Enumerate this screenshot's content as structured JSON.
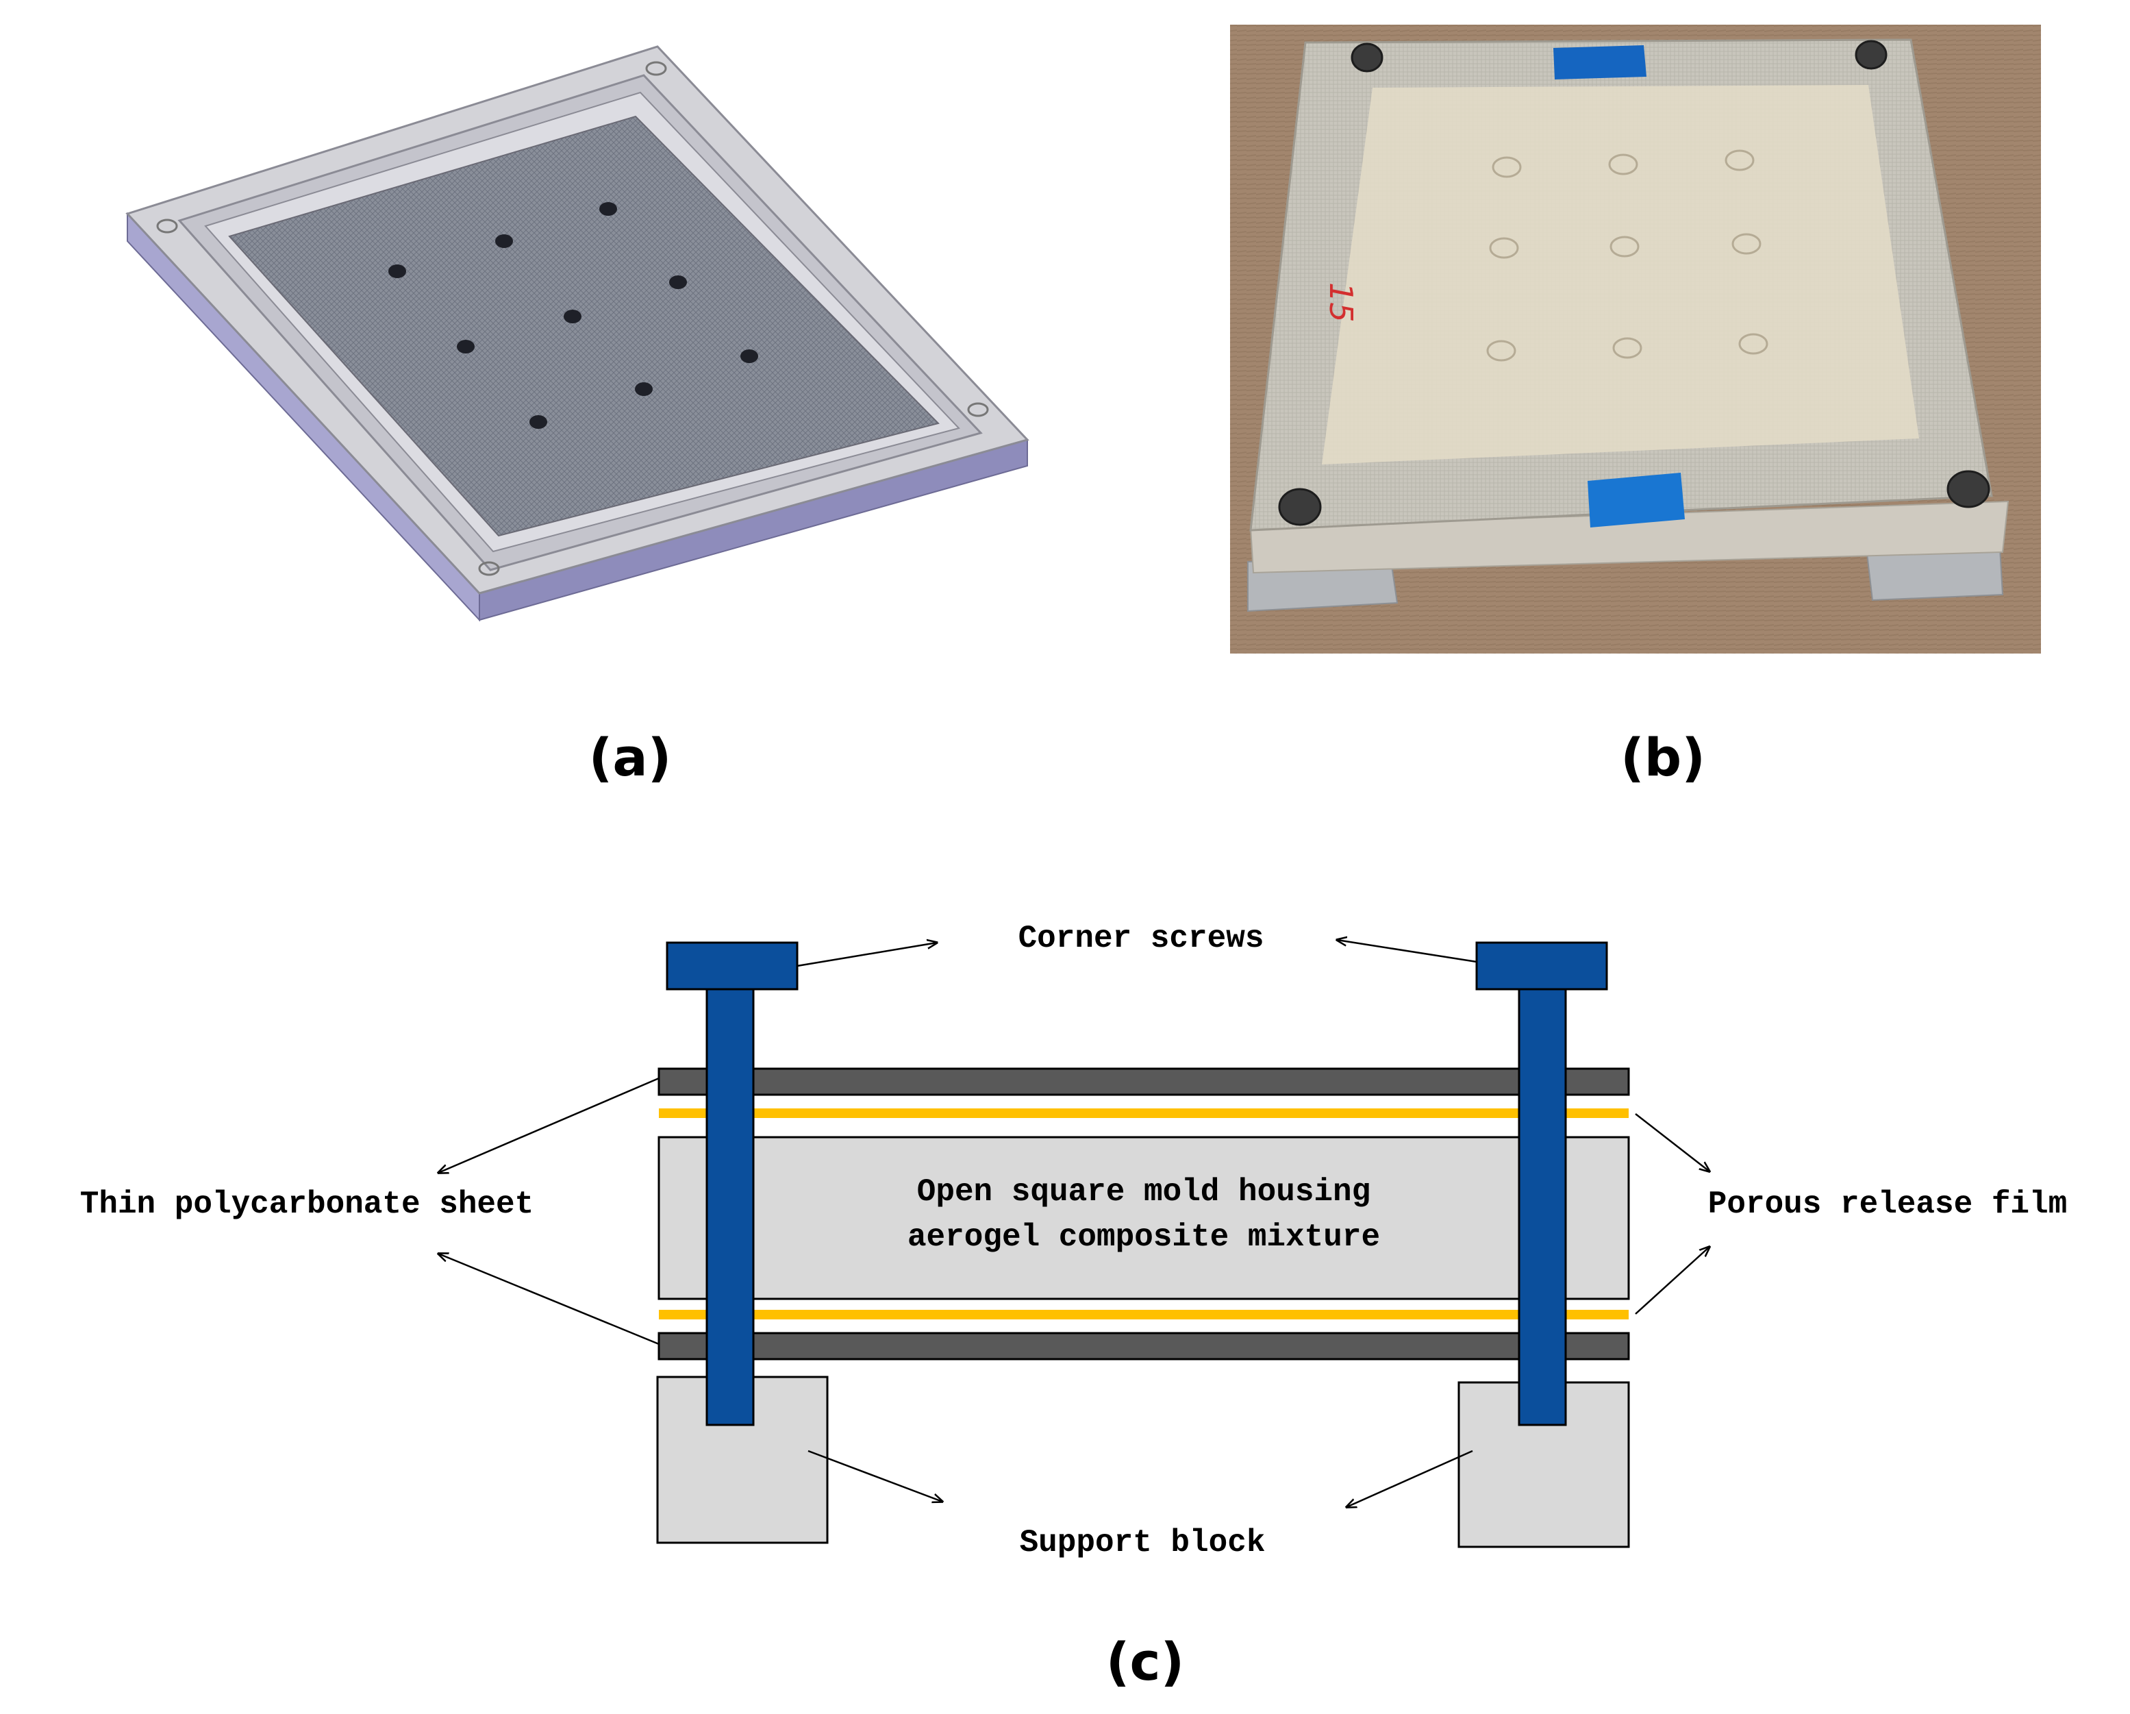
{
  "panels": {
    "a": {
      "label": "(a)"
    },
    "b": {
      "label": "(b)",
      "photo_marking": "15"
    },
    "c": {
      "label": "(c)"
    }
  },
  "diagram": {
    "corner_screws": "Corner screws",
    "polycarbonate_sheet": "Thin polycarbonate sheet",
    "release_film": "Porous release film",
    "mold_line1": "Open square mold housing",
    "mold_line2": "aerogel composite mixture",
    "support_block": "Support block"
  },
  "colors": {
    "screw": "#0b4f9c",
    "sheet": "#595959",
    "film": "#ffc000",
    "mold": "#d9d9d9",
    "block": "#d9d9d9",
    "tape": "#1565c0"
  }
}
